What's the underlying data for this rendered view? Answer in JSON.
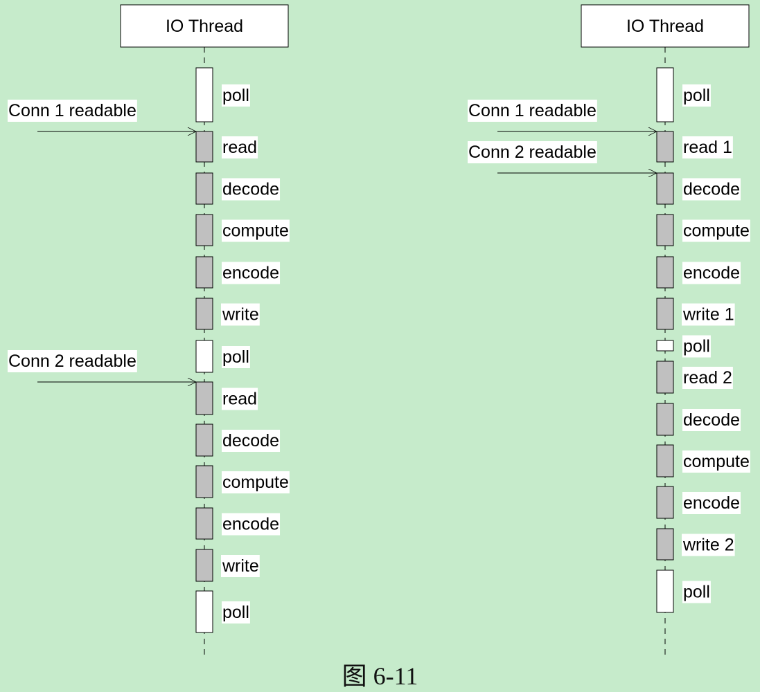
{
  "colors": {
    "background": "#c6ebcb",
    "busy_block": "#c0c0c0",
    "idle_block": "#ffffff",
    "stroke": "#000000"
  },
  "caption": "图 6-11",
  "diagrams": [
    {
      "header": "IO Thread",
      "steps": [
        {
          "label": "poll",
          "kind": "idle"
        },
        {
          "label": "read",
          "kind": "busy"
        },
        {
          "label": "decode",
          "kind": "busy"
        },
        {
          "label": "compute",
          "kind": "busy"
        },
        {
          "label": "encode",
          "kind": "busy"
        },
        {
          "label": "write",
          "kind": "busy"
        },
        {
          "label": "poll",
          "kind": "idle"
        },
        {
          "label": "read",
          "kind": "busy"
        },
        {
          "label": "decode",
          "kind": "busy"
        },
        {
          "label": "compute",
          "kind": "busy"
        },
        {
          "label": "encode",
          "kind": "busy"
        },
        {
          "label": "write",
          "kind": "busy"
        },
        {
          "label": "poll",
          "kind": "idle"
        }
      ],
      "events": [
        {
          "label": "Conn 1 readable",
          "step_index": 1
        },
        {
          "label": "Conn 2 readable",
          "step_index": 7
        }
      ]
    },
    {
      "header": "IO Thread",
      "steps": [
        {
          "label": "poll",
          "kind": "idle"
        },
        {
          "label": "read 1",
          "kind": "busy"
        },
        {
          "label": "decode",
          "kind": "busy"
        },
        {
          "label": "compute",
          "kind": "busy"
        },
        {
          "label": "encode",
          "kind": "busy"
        },
        {
          "label": "write 1",
          "kind": "busy"
        },
        {
          "label": "poll",
          "kind": "idle"
        },
        {
          "label": "read 2",
          "kind": "busy"
        },
        {
          "label": "decode",
          "kind": "busy"
        },
        {
          "label": "compute",
          "kind": "busy"
        },
        {
          "label": "encode",
          "kind": "busy"
        },
        {
          "label": "write 2",
          "kind": "busy"
        },
        {
          "label": "poll",
          "kind": "idle"
        }
      ],
      "events": [
        {
          "label": "Conn 1 readable",
          "step_index": 1
        },
        {
          "label": "Conn 2 readable",
          "step_index": 2
        }
      ]
    }
  ]
}
